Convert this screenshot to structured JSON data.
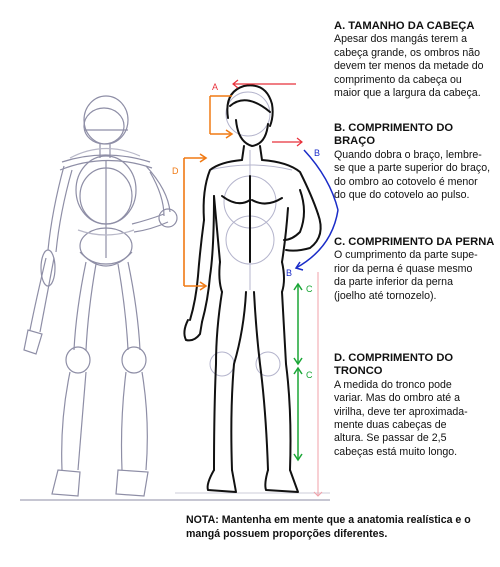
{
  "sections": [
    {
      "heading": "A. TAMANHO DA CABEÇA",
      "body": "Apesar dos mangás terem a\ncabeça grande, os ombros não\ndevem ter menos da metade do\ncomprimento da cabeça ou\nmaior que a largura da cabeça."
    },
    {
      "heading": "B. COMPRIMENTO DO BRAÇO",
      "body": "Quando dobra o braço, lembre-\nse que a parte superior do braço,\ndo ombro ao cotovelo é menor\ndo que do cotovelo ao pulso."
    },
    {
      "heading": "C. COMPRIMENTO DA PERNA",
      "body": "O cumprimento da parte supe-\nrior da perna é  quase  mesmo\nda parte inferior da perna\n(joelho até tornozelo)."
    },
    {
      "heading": "D. COMPRIMENTO DO\nTRONCO",
      "body": "A medida do tronco pode\nvariar. Mas do ombro até a\nvirilha, deve ter aproximada-\nmente duas cabeças de\naltura. Se passar de 2,5\ncabeças está muito longo."
    }
  ],
  "note": "NOTA: Mantenha em mente que a anatomia realística e o\nmangá possuem proporções diferentes.",
  "figure_labels": {
    "a": "A",
    "b_top": "B",
    "b_bottom": "B",
    "c_top": "C",
    "c_bottom": "C",
    "d": "D"
  },
  "colors": {
    "a": "#e8303a",
    "b": "#1a2cc8",
    "c": "#1aa636",
    "d": "#f07a14",
    "sketch": "#8e8ea6",
    "ink": "#111111",
    "pink_guide": "#f0a0a8"
  }
}
